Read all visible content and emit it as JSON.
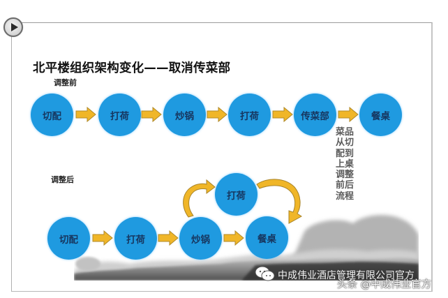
{
  "slide": {
    "title": "北平楼组织架构变化——取消传菜部",
    "before_label": "调整前",
    "after_label": "调整后"
  },
  "before_flow": [
    {
      "label": "切配"
    },
    {
      "label": "打荷"
    },
    {
      "label": "炒锅"
    },
    {
      "label": "打荷"
    },
    {
      "label": "传菜部"
    },
    {
      "label": "餐桌"
    }
  ],
  "after_flow": [
    {
      "label": "切配"
    },
    {
      "label": "打荷"
    },
    {
      "label": "炒锅"
    },
    {
      "label": "餐桌"
    },
    {
      "label": "打荷"
    }
  ],
  "side_note": {
    "lines": [
      "菜品",
      "从切",
      "配到",
      "上桌",
      "调整",
      "前后",
      "流程"
    ]
  },
  "watermarks": {
    "wechat": "中成伟业酒店管理有限公司官方",
    "toutiao": "头条 @中成伟业官方"
  },
  "icons": {
    "play": "play-button-icon",
    "wechat": "wechat-icon",
    "arrow": "right-arrow-icon",
    "curved_arrow": "curved-arrow-icon"
  },
  "colors": {
    "node_fill": "#1f9ae0",
    "node_text": "#17365f",
    "arrow_fill": "#f0b628",
    "arrow_stroke": "#b08a2a",
    "note_text": "#5b5b5b"
  }
}
